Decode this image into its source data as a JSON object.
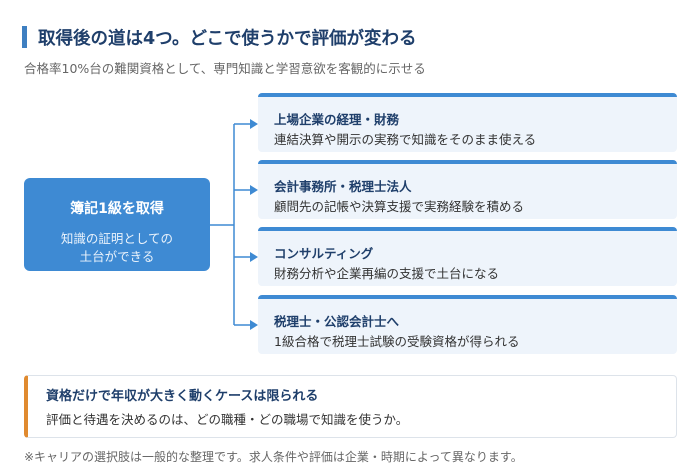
{
  "header": {
    "title": "取得後の道は4つ。どこで使うかで評価が変わる",
    "subtitle": "合格率10%台の難関資格として、専門知識と学習意欲を客観的に示せる"
  },
  "start": {
    "title": "簿記1級を取得",
    "desc_line1": "知識の証明としての",
    "desc_line2": "土台ができる"
  },
  "paths": [
    {
      "title": "上場企業の経理・財務",
      "desc": "連結決算や開示の実務で知識をそのまま使える"
    },
    {
      "title": "会計事務所・税理士法人",
      "desc": "顧問先の記帳や決算支援で実務経験を積める"
    },
    {
      "title": "コンサルティング",
      "desc": "財務分析や企業再編の支援で土台になる"
    },
    {
      "title": "税理士・公認会計士へ",
      "desc": "1級合格で税理士試験の受験資格が得られる"
    }
  ],
  "note": {
    "title": "資格だけで年収が大きく動くケースは限られる",
    "desc": "評価と待遇を決めるのは、どの職種・どの職場で知識を使うか。"
  },
  "footnote": "※キャリアの選択肢は一般的な整理です。求人条件や評価は企業・時期によって異なります。",
  "colors": {
    "accent": "#3e8ad3",
    "heading": "#1f3f6b",
    "card_bg": "#eef4fb",
    "note_accent": "#e08a2f"
  }
}
